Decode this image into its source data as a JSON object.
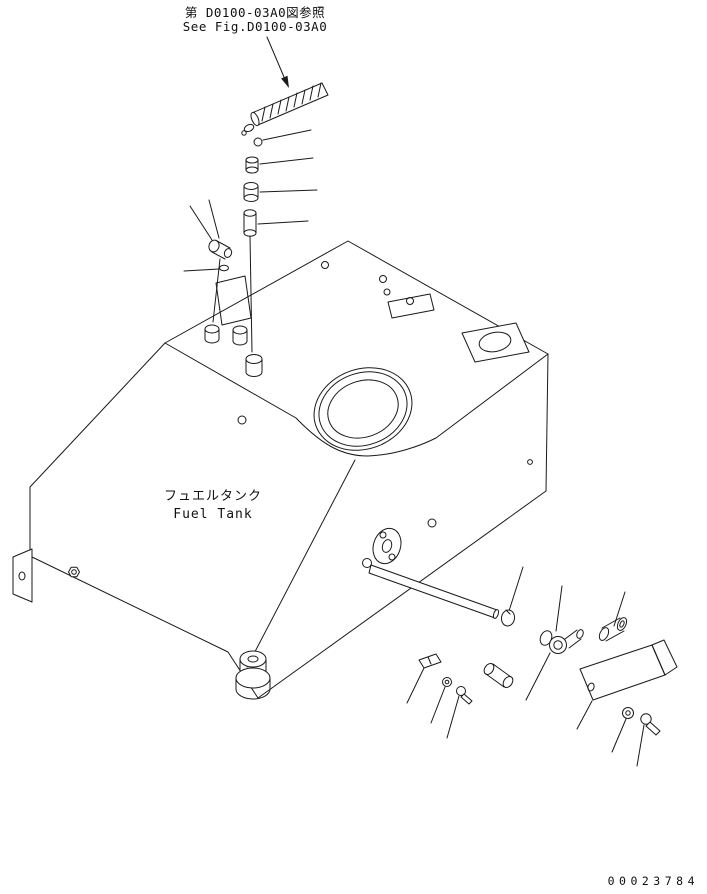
{
  "diagram": {
    "reference_note_jp": "第 D0100-03A0図参照",
    "reference_note_en": "See Fig.D0100-03A0",
    "tank_label_jp": "フュエルタンク",
    "tank_label_en": "Fuel Tank",
    "part_number": "00023784",
    "colors": {
      "line": "#1a1a1a",
      "background": "#ffffff"
    }
  }
}
